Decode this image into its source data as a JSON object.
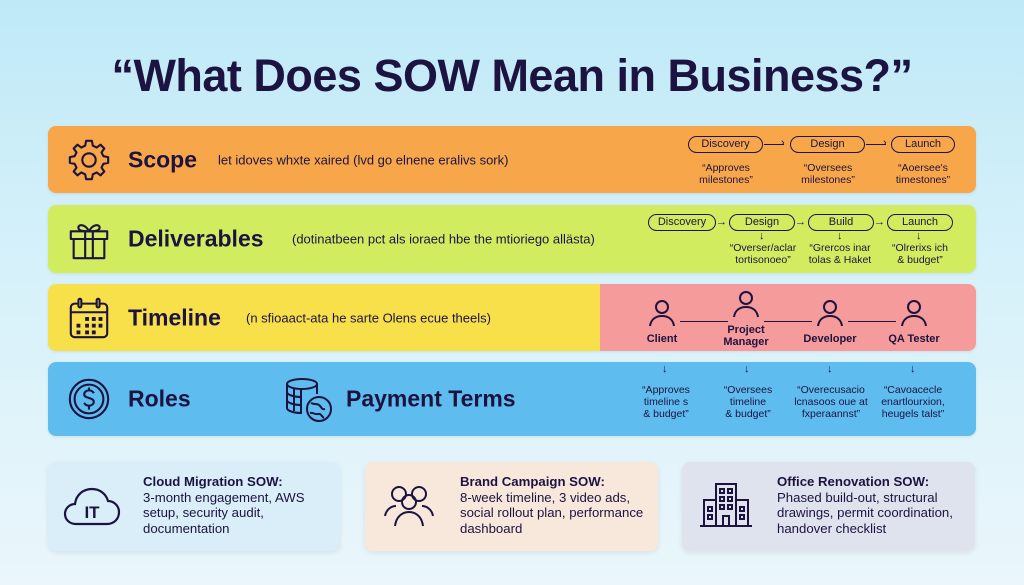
{
  "title": "“What Does SOW Mean in Business?”",
  "colors": {
    "scope": "#f7a74a",
    "deliverables": "#d2ec60",
    "timeline": "#f8e04a",
    "roles_panel": "#f69b9b",
    "roles_payment": "#5ebcef",
    "text": "#1c1340"
  },
  "bands": {
    "scope": {
      "label": "Scope",
      "icon": "gear-icon",
      "description": "let idoves whxte xaired (lvd go elnene eralivs sork)",
      "stages": [
        "Discovery",
        "Design",
        "Launch"
      ],
      "notes": [
        [
          "“Approves",
          "milestones”"
        ],
        [
          "“Oversees",
          "milestones”"
        ],
        [
          "“Aoersee's",
          "timestones”"
        ]
      ]
    },
    "deliverables": {
      "label": "Deliverables",
      "icon": "gift-icon",
      "description": "(dotinatbeen pct als ioraed hbe the mtioriego allästa)",
      "stages": [
        "Discovery",
        "Design",
        "Build",
        "Launch"
      ],
      "notes": [
        [
          "“Overser/aclar",
          "tortisonoeo”"
        ],
        [
          "“Grercos inar",
          "tolas & Haket"
        ],
        [
          "“Olrerixs ich",
          "& budget”"
        ]
      ]
    },
    "timeline": {
      "label": "Timeline",
      "icon": "calendar-icon",
      "description": "(n sfioaact-ata he sarte Olens ecue theels)",
      "people": [
        {
          "label": "Client"
        },
        {
          "label": "Project Manager"
        },
        {
          "label": "Developer"
        },
        {
          "label": "QA Tester"
        }
      ]
    },
    "roles": {
      "label": "Roles",
      "icon": "dollar-coin-icon",
      "payment_label": "Payment Terms",
      "payment_icon": "coin-stack-globe-icon",
      "notes": [
        [
          "“Approves",
          "timeline s",
          "& budget”"
        ],
        [
          "“Oversees",
          "timeline",
          "& budget”"
        ],
        [
          "“Overecusacio",
          "lcnasoos oue at",
          "fxperaannst”"
        ],
        [
          "“Cavoacecle",
          "enartlourxion,",
          "heugels talst”"
        ]
      ]
    }
  },
  "examples": [
    {
      "icon": "cloud-it-icon",
      "icon_text": "IT",
      "title": "Cloud Migration SOW:",
      "body": "3-month engagement, AWS setup, security audit, documentation"
    },
    {
      "icon": "team-people-icon",
      "title": "Brand Campaign SOW:",
      "body": "8-week timeline, 3 video ads, social rollout plan, performance dashboard"
    },
    {
      "icon": "office-building-icon",
      "title": "Office Renovation SOW:",
      "body": "Phased build-out, structural drawings, permit coordination, handover checklist"
    }
  ]
}
